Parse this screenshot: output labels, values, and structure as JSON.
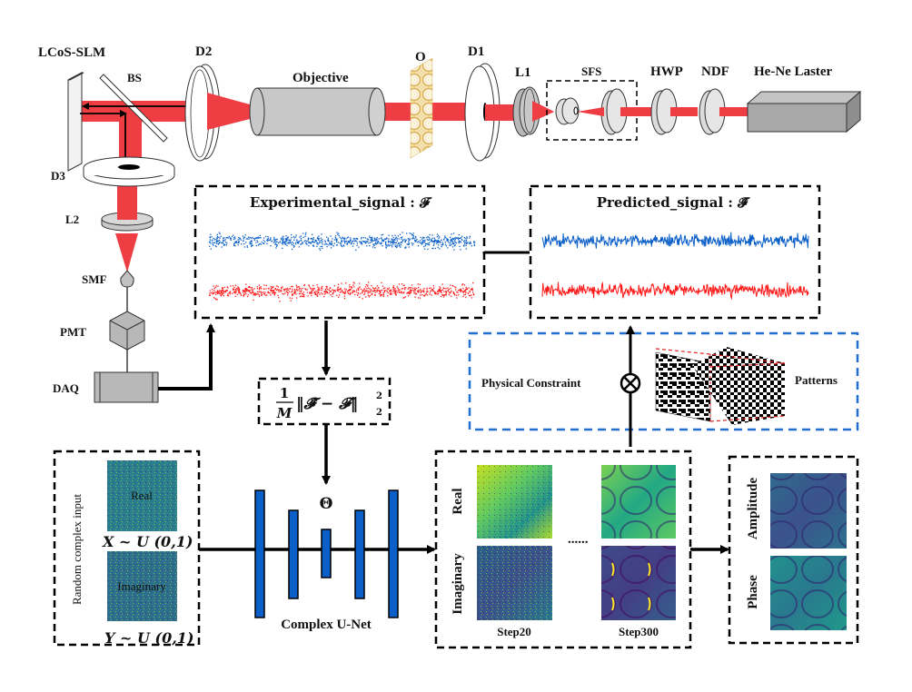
{
  "optics": {
    "labels": {
      "slm": "LCoS-SLM",
      "bs": "BS",
      "d2": "D2",
      "objective": "Objective",
      "object": "O",
      "d1": "D1",
      "l1": "L1",
      "sfs": "SFS",
      "hwp": "HWP",
      "ndf": "NDF",
      "laser": "He-Ne Laster",
      "d3": "D3",
      "l2": "L2",
      "smf": "SMF",
      "pmt": "PMT",
      "daq": "DAQ"
    }
  },
  "signals": {
    "experimental_title": "Experimental_signal : 𝓕",
    "predicted_title": "Predicted_signal : 𝓕̂"
  },
  "loss": {
    "numerator": "1",
    "denominator": "M",
    "norm": "‖𝓕̂ − 𝓕‖",
    "sup": "2",
    "sub": "2"
  },
  "constraint": {
    "label": "Physical Constraint",
    "operator": "⊗",
    "patterns_label": "Patterns"
  },
  "input": {
    "side_label": "Random complex input",
    "real_label": "Real",
    "imag_label": "Imaginary",
    "x_dist": "X ~ U (0,1)",
    "y_dist": "Y ~ U (0,1)"
  },
  "network": {
    "theta": "Θ",
    "label": "Complex U-Net"
  },
  "steps": {
    "row_real": "Real",
    "row_imag": "Imaginary",
    "ellipsis": "......",
    "step_a": "Step20",
    "step_b": "Step300"
  },
  "output": {
    "amplitude": "Amplitude",
    "phase": "Phase"
  },
  "colors": {
    "beam": "#ee3e44",
    "signal_blue": "#0a5fc8",
    "signal_red": "#ff1a1a",
    "unet_blue": "#0a5fc8",
    "constraint_border": "#1e6fcf",
    "component_gray": "#c8c8c8"
  }
}
